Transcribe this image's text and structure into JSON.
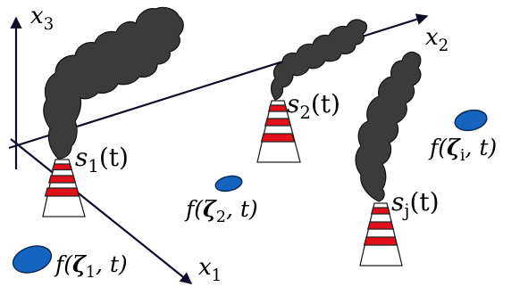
{
  "axes": {
    "x1": {
      "var": "x",
      "sub": "1"
    },
    "x2": {
      "var": "x",
      "sub": "2"
    },
    "x3": {
      "var": "x",
      "sub": "3"
    }
  },
  "sources": [
    {
      "var": "s",
      "sub": "1",
      "arg": "(t)"
    },
    {
      "var": "s",
      "sub": "2",
      "arg": "(t)"
    },
    {
      "var": "s",
      "sub": "j",
      "arg": "(t)"
    }
  ],
  "measurements": [
    {
      "fn": "f(",
      "var": "ζ",
      "sub": "1",
      "rest": ", t)"
    },
    {
      "fn": "f(",
      "var": "ζ",
      "sub": "2",
      "rest": ", t)"
    },
    {
      "fn": "f(",
      "var": "ζ",
      "sub": "i",
      "rest": ", t)"
    }
  ],
  "colors": {
    "axis": "#0d0d2a",
    "smoke": "#3b3b3b",
    "stack_stripe": "#e0101a",
    "sensor": "#1565c0"
  }
}
